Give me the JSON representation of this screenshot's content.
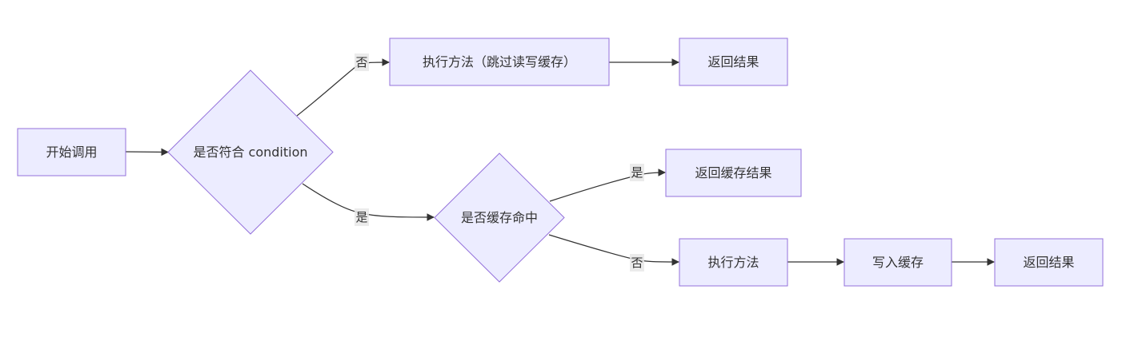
{
  "diagram": {
    "nodes": {
      "start": {
        "label": "开始调用"
      },
      "cond": {
        "label": "是否符合 condition"
      },
      "exec_skip": {
        "label": "执行方法（跳过读写缓存）"
      },
      "return_top": {
        "label": "返回结果"
      },
      "cache_hit": {
        "label": "是否缓存命中"
      },
      "return_cached": {
        "label": "返回缓存结果"
      },
      "exec": {
        "label": "执行方法"
      },
      "write_cache": {
        "label": "写入缓存"
      },
      "return_bottom": {
        "label": "返回结果"
      }
    },
    "edges": {
      "cond_no": {
        "label": "否"
      },
      "cond_yes": {
        "label": "是"
      },
      "hit_yes": {
        "label": "是"
      },
      "hit_no": {
        "label": "否"
      }
    },
    "colors": {
      "node_fill": "#ececff",
      "node_stroke": "#9370db",
      "edge": "#333333",
      "label_bg": "#e8e8e8"
    }
  }
}
